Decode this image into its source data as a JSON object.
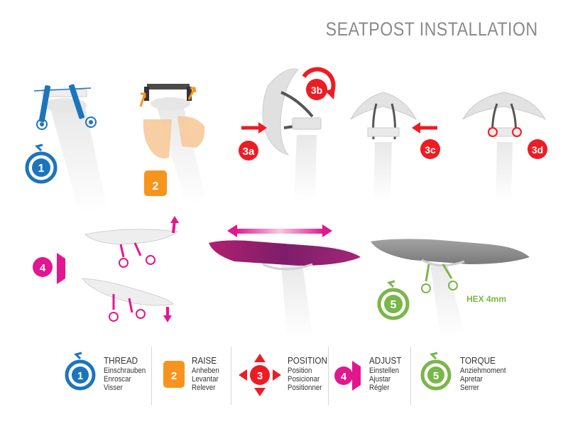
{
  "title": "SEATPOST INSTALLATION",
  "colors": {
    "thread": "#1c75bc",
    "raise": "#f7941d",
    "position": "#ed1c24",
    "adjust": "#e2168f",
    "torque": "#7ab648",
    "saddle_highlight": "#9b1a6e",
    "post": "#ececec",
    "saddle_dark": "#8c8c8c"
  },
  "steps": [
    {
      "id": "1",
      "icon": "rotate-arrow-icon"
    },
    {
      "id": "2",
      "icon": "hand-icon"
    },
    {
      "id": "3a",
      "icon": "arrow-right-icon"
    },
    {
      "id": "3b",
      "icon": "rotate-arrow-icon"
    },
    {
      "id": "3c",
      "icon": "arrow-left-icon"
    },
    {
      "id": "3d",
      "icon": "highlight-ring-icon"
    },
    {
      "id": "4",
      "icon": "up-down-arrow-icon"
    },
    {
      "id": "5",
      "icon": "rotate-arrow-icon"
    }
  ],
  "hex_label": "HEX 4mm",
  "legend": [
    {
      "num": "1",
      "title": "THREAD",
      "lines": [
        "Einschrauben",
        "Enroscar",
        "Visser"
      ]
    },
    {
      "num": "2",
      "title": "RAISE",
      "lines": [
        "Anheben",
        "Levantar",
        "Relever"
      ]
    },
    {
      "num": "3",
      "title": "POSITION",
      "lines": [
        "Position",
        "Posicionar",
        "Positionner"
      ]
    },
    {
      "num": "4",
      "title": "ADJUST",
      "lines": [
        "Einstellen",
        "Ajustar",
        "Régler"
      ]
    },
    {
      "num": "5",
      "title": "TORQUE",
      "lines": [
        "Anziehmoment",
        "Apretar",
        "Serrer"
      ]
    }
  ]
}
